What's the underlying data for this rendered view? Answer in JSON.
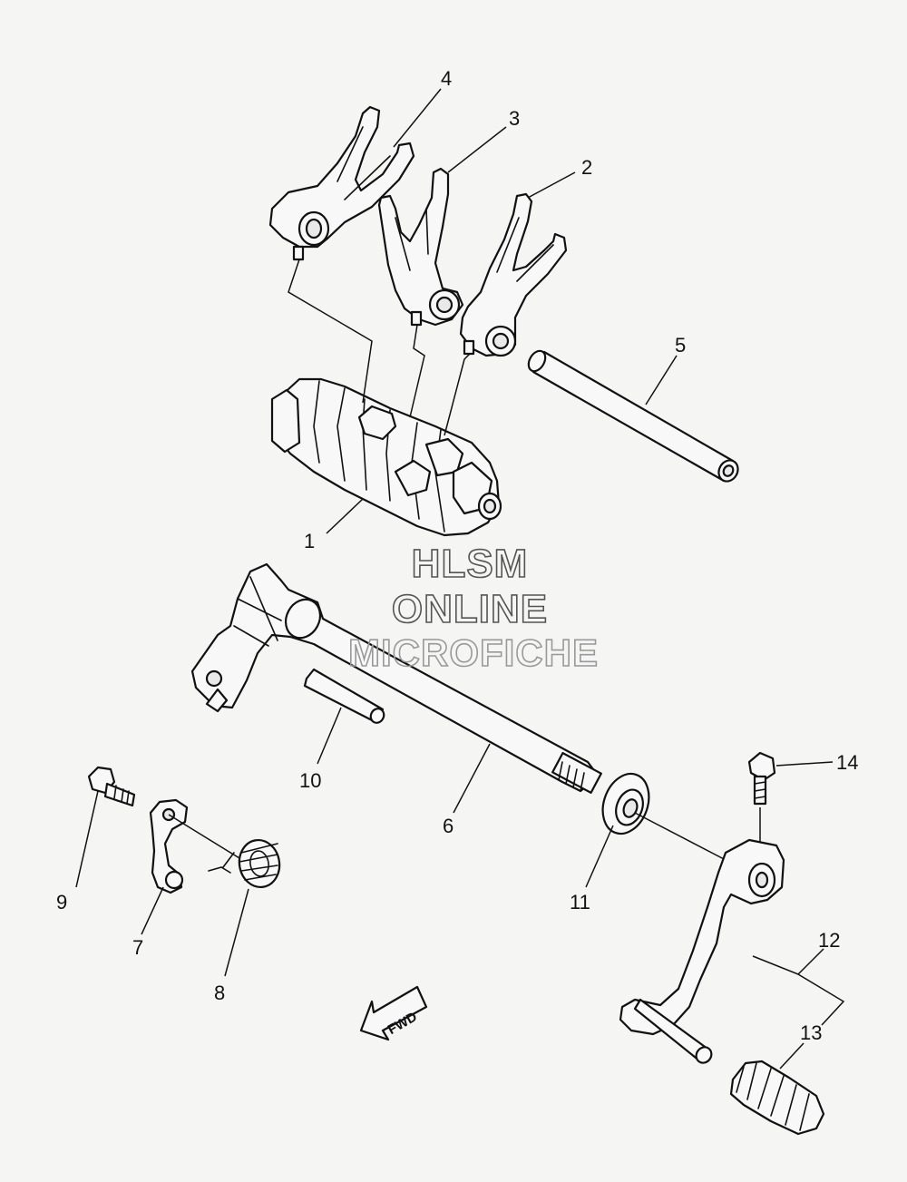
{
  "diagram": {
    "callouts": [
      {
        "id": 1,
        "label": "1"
      },
      {
        "id": 2,
        "label": "2"
      },
      {
        "id": 3,
        "label": "3"
      },
      {
        "id": 4,
        "label": "4"
      },
      {
        "id": 5,
        "label": "5"
      },
      {
        "id": 6,
        "label": "6"
      },
      {
        "id": 7,
        "label": "7"
      },
      {
        "id": 8,
        "label": "8"
      },
      {
        "id": 9,
        "label": "9"
      },
      {
        "id": 10,
        "label": "10"
      },
      {
        "id": 11,
        "label": "11"
      },
      {
        "id": 12,
        "label": "12"
      },
      {
        "id": 13,
        "label": "13"
      },
      {
        "id": 14,
        "label": "14"
      }
    ],
    "direction_label": "FWD",
    "watermark": {
      "line1": "HLSM",
      "line2": "ONLINE",
      "line3": "MICROFICHE"
    }
  }
}
